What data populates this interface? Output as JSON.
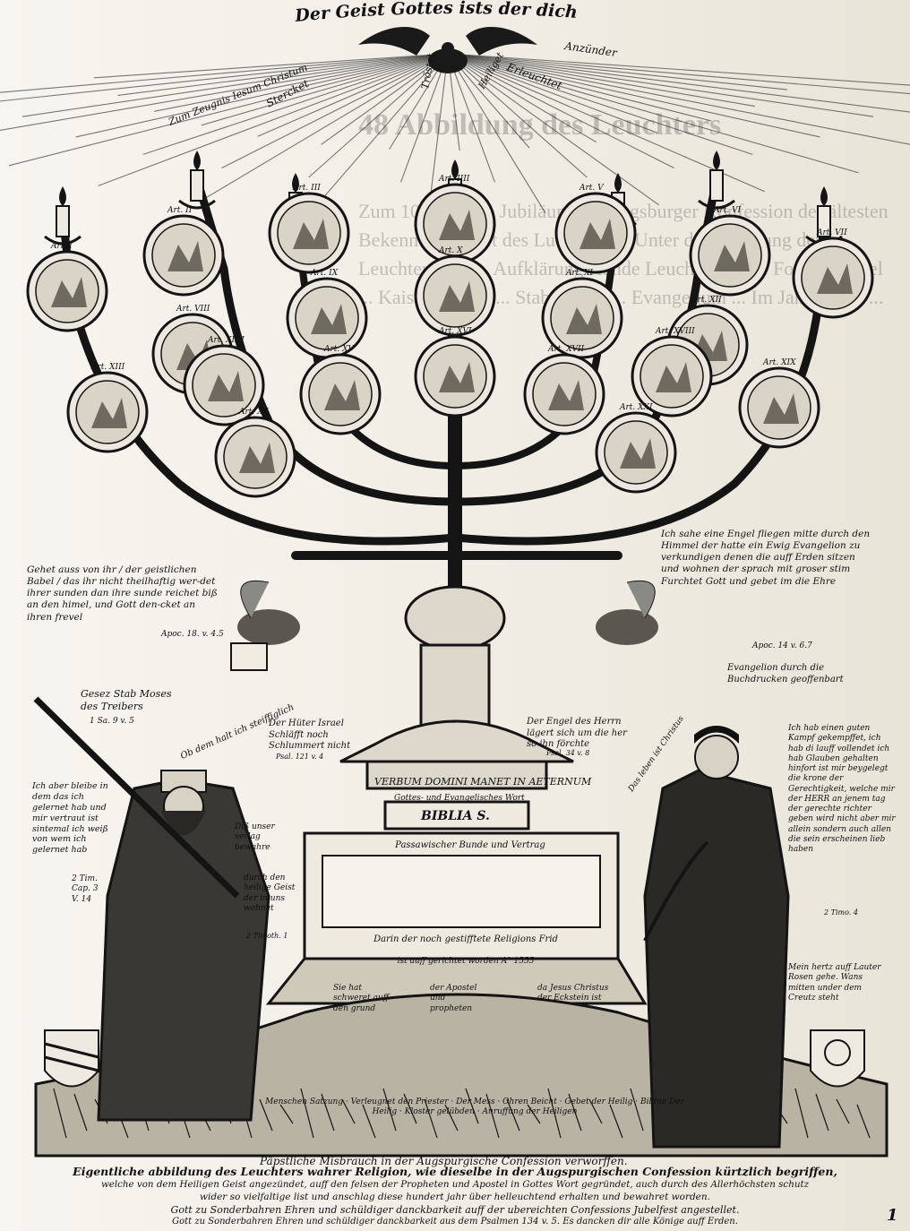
{
  "header": {
    "banner": "Der Geist Gottes ists der dich",
    "ray_left_1": "Stercket",
    "ray_left_2": "Zum Zeugnis Iesum Christum",
    "ray_center": "Tröstet",
    "ray_right_1": "Erleuchtet",
    "ray_right_2": "Heiliget",
    "ray_right_3": "Anzünder"
  },
  "ghost_text": {
    "heading": "48 Abbildung des Leuchters",
    "body": "Zum 100jährigen Jubiläum der Augsburger Konfession der ältesten Bekenntnisschrift des Luthertums. Unter der Erhellung der Leuchter wird ... Aufklärung Hände Leuchter ... Die Form ... Bibel ... Kaiser Karl V. ... Stab Moses ... Evangelium ... Im Jahre 1630 ..."
  },
  "labels": {
    "left_quote": "Gehet auss von ihr / der geistlichen Babel / das ihr nicht theilhaftig wer-det ihrer sunden dan ihre sunde reichet biß an den himel, und Gott den-cket an ihren frevel",
    "left_quote_ref": "Apoc. 18. v. 4.5",
    "right_quote": "Ich sahe eine Engel fliegen mitte durch den Himmel der hatte ein Ewig Evangelion zu verkundigen denen die auff Erden sitzen und wohnen der sprach mit groser stim Furchtet Gott und gebet im die Ehre",
    "right_quote_ref": "Apoc. 14 v. 6.7",
    "evangelion": "Evangelion durch die Buchdrucken geoffenbart",
    "stab_moses": "Gesez Stab Moses des Treibers",
    "stab_moses_ref": "1 Sa. 9 v. 5",
    "stab_ray": "Ob dem halt ich steiffiglich",
    "hueter": "Der Hüter Israel Schläfft noch Schlummert nicht",
    "hueter_ref": "Psal. 121 v. 4",
    "engel": "Der Engel des Herrn lägert sich um die her so ihn förchte",
    "engel_ref": "Psal. 34 v. 8",
    "verbum": "VERBUM DOMINI MANET IN AETERNUM",
    "gottes_wort": "Gottes- und Evangelisches Wort",
    "biblia": "BIBLIA S.",
    "left_figure_text": "Ich aber bleibe in dem das ich gelernet hab und mir vertraut ist sintemal ich weiß von wem ich gelernet hab",
    "left_figure_ref": "2 Tim. Cap. 3 V. 14",
    "left_figure_text2": "Diß unser verlag bewahre",
    "durch_geist": "durch den heilige Geist der in uns wohnet",
    "durch_geist_ref": "2 Timoth. 1",
    "right_figure_text": "Ich hab einen guten Kampf gekempffet, ich hab di lauff vollendet ich hab Glauben gehalten hinfort ist mir beygelegt die krone der Gerechtigkeit, welche mir der HERR an jenem tag der gerechte richter geben wird nicht aber mir allein sondern auch allen die sein erscheinen lieb haben",
    "right_figure_ref": "2 Timo. 4",
    "glauben": "Das leben ist Christus",
    "mein_herz": "Mein hertz auff Lauter Rosen gehe. Wans mitten under dem Creutz steht",
    "bund": "Passawischer Bunde und Vertrag",
    "fried": "Darin der noch gestifftete Religions Frid",
    "fried_year": "ist auff gerichtet worden A° 1555",
    "sie_hat": "Sie hat schweret auff den grund",
    "apostel": "der Apostel und propheten",
    "jesus": "da Jesus Christus der Eckstein ist",
    "rocks": "Menschen Satzung · Verleugnet den Priester · Der Mess · Ohren Beicht · Gebet der Heilig · Bildne Der Heilig · Kloster gelübden · Anruffung der Heiligen",
    "misbrauch": "Päpstliche Misbrauch in der Augspurgische Confession verworffen.",
    "caption_line1": "Eigentliche abbildung des Leuchters wahrer Religion, wie dieselbe in der Augspurgischen Confession kürtzlich begriffen,",
    "caption_line2": "welche von dem Heiligen Geist angezündet, auff den felsen der Propheten und Apostel in Gottes Wort gegründet, auch durch des Allerhöchsten schutz",
    "caption_line3": "wider so vielfaltige list und anschlag diese hundert jahr über helleuchtend erhalten und bewahret worden.",
    "caption_line4": "Gott zu Sonderbahren Ehren und schüldiger danckbarkeit auff der ubereichten Confessions Jubelfest angestellet.",
    "caption_line5": "Gott zu Sonderbahren Ehren und schüldiger danckbarkeit aus dem Psalmen 134 v. 5. Es dancken dir alle Könige auff Erden.",
    "page_number": "1"
  },
  "medallion_labels": [
    "Art. I",
    "Art. II",
    "Art. III",
    "Art. IIII",
    "Art. V",
    "Art. VI",
    "Art. VII",
    "Art. VIII",
    "Art. IX",
    "Art. X",
    "Art. XI",
    "Art. XII",
    "Art. XIII",
    "Art. XIIII",
    "Art. XV",
    "Art. XVI",
    "Art. XVII",
    "Art. XVIII",
    "Art. XIX",
    "Art. XX",
    "Art. XXI"
  ],
  "colors": {
    "ink": "#141414",
    "paper": "#f4f2ec",
    "shade": "#8a8a85"
  }
}
